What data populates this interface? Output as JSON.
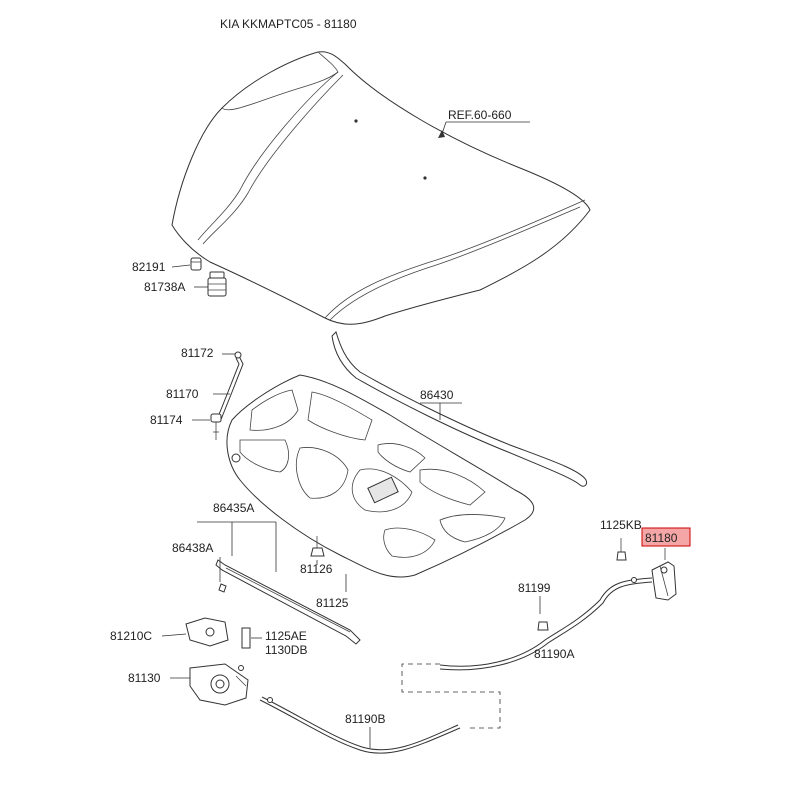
{
  "header": {
    "title": "KIA KKMAPTC05 - 81180"
  },
  "ref_label": "REF.60-660",
  "highlight": {
    "part_number": "81180",
    "fill": "#f4a6a6",
    "border": "#cc0000"
  },
  "parts": {
    "p82191": "82191",
    "p81738A": "81738A",
    "p81172": "81172",
    "p81170": "81170",
    "p81174": "81174",
    "p86430": "86430",
    "p86435A": "86435A",
    "p86438A": "86438A",
    "p81126": "81126",
    "p81125": "81125",
    "p1125KB": "1125KB",
    "p81199": "81199",
    "p81190A": "81190A",
    "p81210C": "81210C",
    "p1125AE": "1125AE",
    "p1130DB": "1130DB",
    "p81130": "81130",
    "p81190B": "81190B"
  }
}
